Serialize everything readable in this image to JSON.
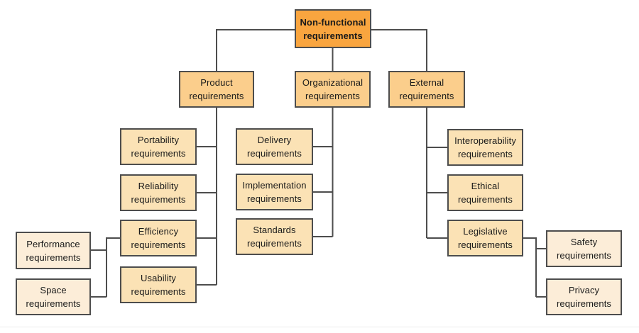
{
  "diagram": {
    "type": "hierarchy-diagram",
    "title": "Non-functional requirements",
    "colors": {
      "root_fill": "#F9A53F",
      "branch_fill": "#FBCE8C",
      "leaf_fill": "#FBE2B5",
      "sub_leaf_fill": "#FCEDD8",
      "line": "#4D4D4D",
      "text": "#1A1A1A",
      "background": "#FFFFFF"
    },
    "nodes": {
      "root": {
        "line1": "Non-functional",
        "line2": "requirements"
      },
      "product": {
        "line1": "Product",
        "line2": "requirements"
      },
      "organizational": {
        "line1": "Organizational",
        "line2": "requirements"
      },
      "external": {
        "line1": "External",
        "line2": "requirements"
      },
      "portability": {
        "line1": "Portability",
        "line2": "requirements"
      },
      "reliability": {
        "line1": "Reliability",
        "line2": "requirements"
      },
      "efficiency": {
        "line1": "Efficiency",
        "line2": "requirements"
      },
      "usability": {
        "line1": "Usability",
        "line2": "requirements"
      },
      "performance": {
        "line1": "Performance",
        "line2": "requirements"
      },
      "space": {
        "line1": "Space",
        "line2": "requirements"
      },
      "delivery": {
        "line1": "Delivery",
        "line2": "requirements"
      },
      "implementation": {
        "line1": "Implementation",
        "line2": "requirements"
      },
      "standards": {
        "line1": "Standards",
        "line2": "requirements"
      },
      "interoperability": {
        "line1": "Interoperability",
        "line2": "requirements"
      },
      "ethical": {
        "line1": "Ethical",
        "line2": "requirements"
      },
      "legislative": {
        "line1": "Legislative",
        "line2": "requirements"
      },
      "safety": {
        "line1": "Safety",
        "line2": "requirements"
      },
      "privacy": {
        "line1": "Privacy",
        "line2": "requirements"
      }
    }
  }
}
